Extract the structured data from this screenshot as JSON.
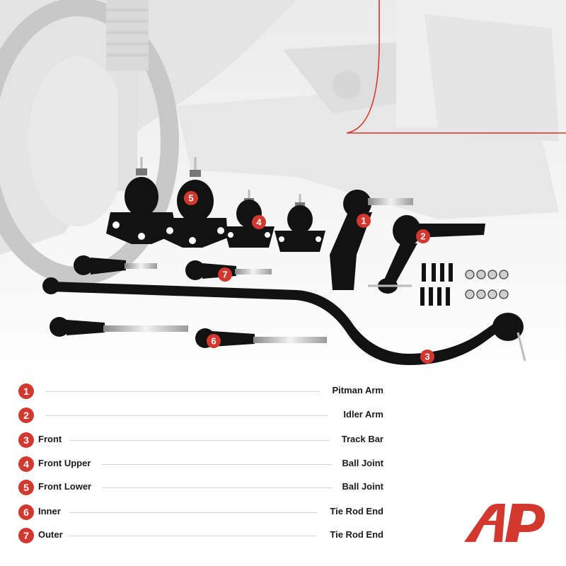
{
  "colors": {
    "accent": "#d3382f",
    "parts": "#121212",
    "background_photo": "#e6e6e6"
  },
  "legend": [
    {
      "number": "1",
      "position": "",
      "part": "Pitman Arm"
    },
    {
      "number": "2",
      "position": "",
      "part": "Idler Arm"
    },
    {
      "number": "3",
      "position": "Front",
      "part": "Track Bar"
    },
    {
      "number": "4",
      "position": "Front Upper",
      "part": "Ball Joint"
    },
    {
      "number": "5",
      "position": "Front Lower",
      "part": "Ball Joint"
    },
    {
      "number": "6",
      "position": "Inner",
      "part": "Tie Rod End"
    },
    {
      "number": "7",
      "position": "Outer",
      "part": "Tie Rod End"
    }
  ],
  "callouts": [
    "1",
    "2",
    "3",
    "4",
    "5",
    "6",
    "7"
  ],
  "logo": {
    "name": "brand-logo"
  }
}
